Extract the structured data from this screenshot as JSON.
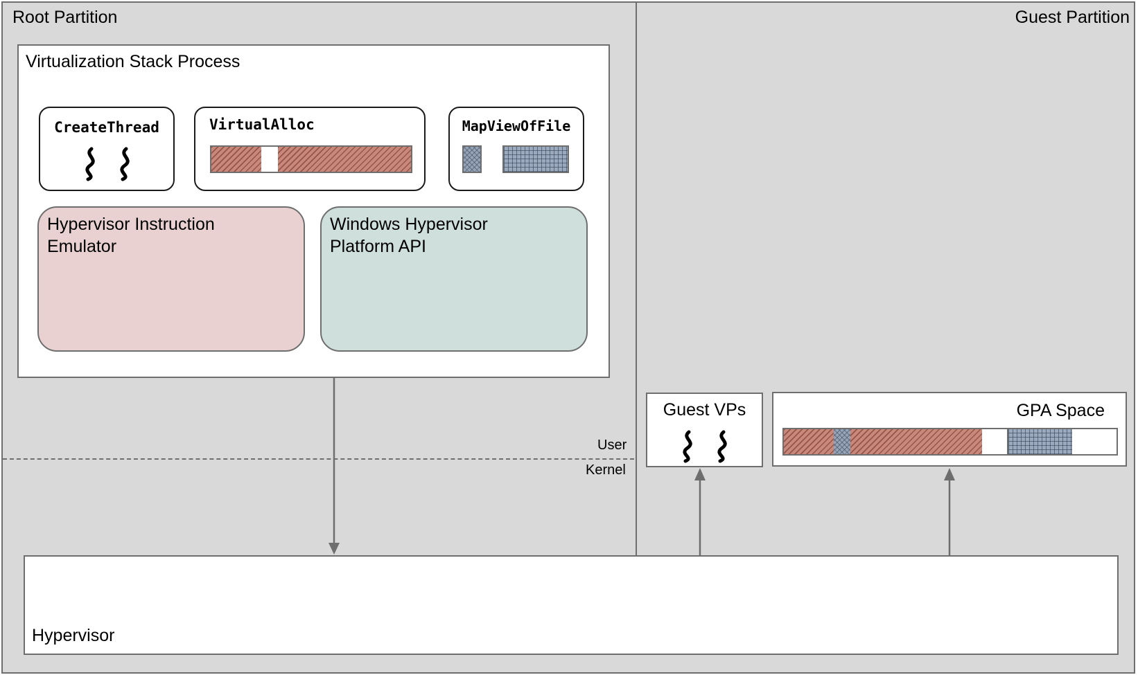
{
  "partitions": {
    "root": "Root Partition",
    "guest": "Guest Partition"
  },
  "vsp": {
    "title": "Virtualization Stack Process",
    "create_thread": "CreateThread",
    "virtual_alloc": "VirtualAlloc",
    "map_view_of_file": "MapViewOfFile",
    "emulator": "Hypervisor Instruction\nEmulator",
    "whp_api": "Windows Hypervisor\nPlatform API"
  },
  "mode": {
    "user": "User",
    "kernel": "Kernel"
  },
  "guest": {
    "vps": "Guest VPs",
    "gpa": "GPA Space"
  },
  "hypervisor": "Hypervisor",
  "colors": {
    "background": "#d9d9d9",
    "border": "#6e6e6e",
    "emulator_fill": "#e8d1d0",
    "whp_fill": "#cfdfdc",
    "memory_red": "#c9887c",
    "memory_blue": "#96a4b8"
  },
  "icons": {
    "thread": "wavy-thread-icon"
  }
}
